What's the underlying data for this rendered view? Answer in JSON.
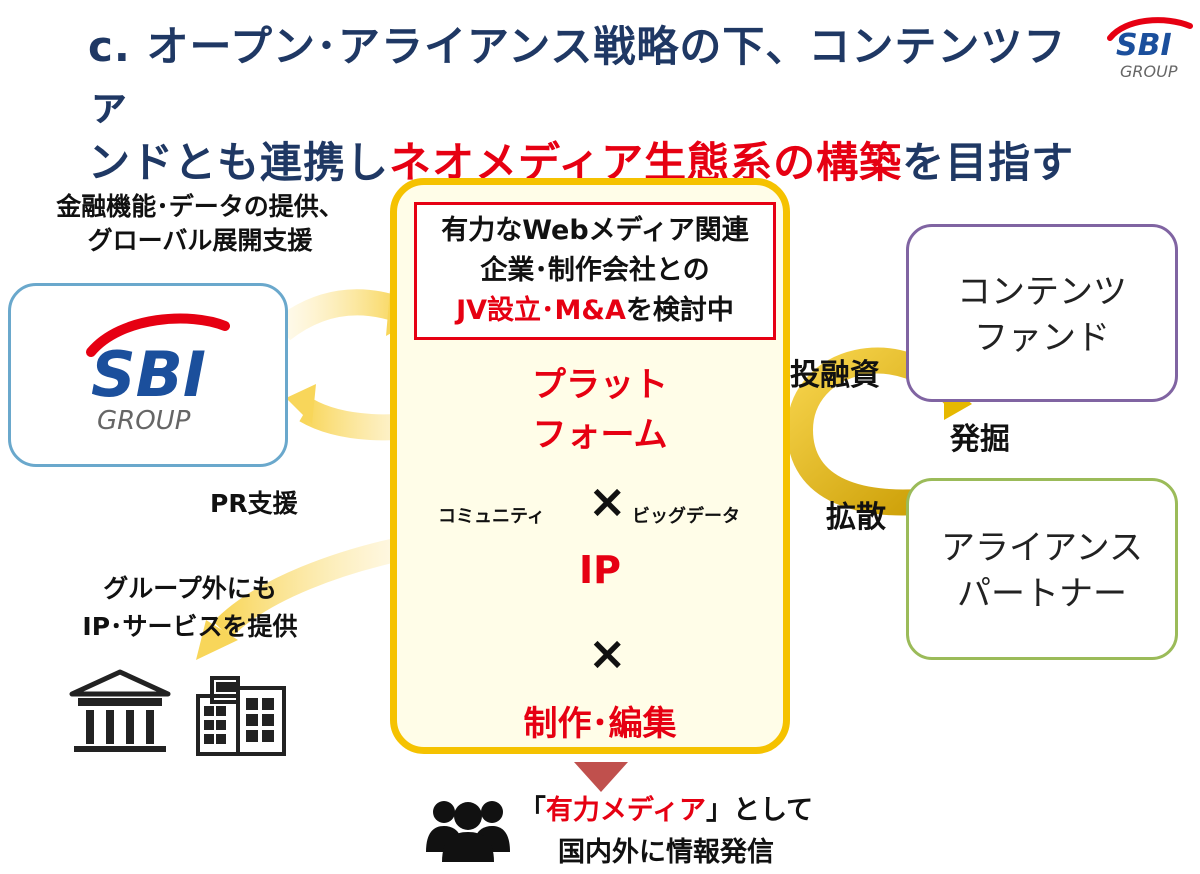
{
  "title": {
    "part1": "c. オープン･アライアンス戦略の下、コンテンツファ",
    "part2a": "ンドとも連携し",
    "part2_highlight": "ネオメディア生態系の構築",
    "part2b": "を目指す"
  },
  "logo": {
    "mark": "SBI",
    "sub": "GROUP"
  },
  "left": {
    "top_label_1": "金融機能･データの提供、",
    "top_label_2": "グローバル展開支援",
    "pr_label": "PR支援",
    "outside_label_1": "グループ外にも",
    "outside_label_2": "IP･サービスを提供"
  },
  "platform": {
    "jv_line1": "有力なWebメディア関連",
    "jv_line2": "企業･制作会社との",
    "jv_line3_red": "JV設立･M&A",
    "jv_line3_rest": "を検討中",
    "platform_line1": "プラット",
    "platform_line2": "フォーム",
    "community": "コミュニティ",
    "times": "×",
    "bigdata": "ビッグデータ",
    "ip": "IP",
    "production": "制作･編集"
  },
  "right": {
    "content_fund_1": "コンテンツ",
    "content_fund_2": "ファンド",
    "investment": "投融資",
    "discovery": "発掘",
    "expansion": "拡散",
    "alliance_1": "アライアンス",
    "alliance_2": "パートナー"
  },
  "bottom": {
    "quote_open": "「",
    "quote_red": "有力メディア",
    "quote_close": "」として",
    "line2": "国内外に情報発信"
  },
  "colors": {
    "title_blue": "#1f3864",
    "accent_red": "#e60012",
    "platform_gold": "#f5c200",
    "sbi_blue": "#1b4f9c"
  }
}
